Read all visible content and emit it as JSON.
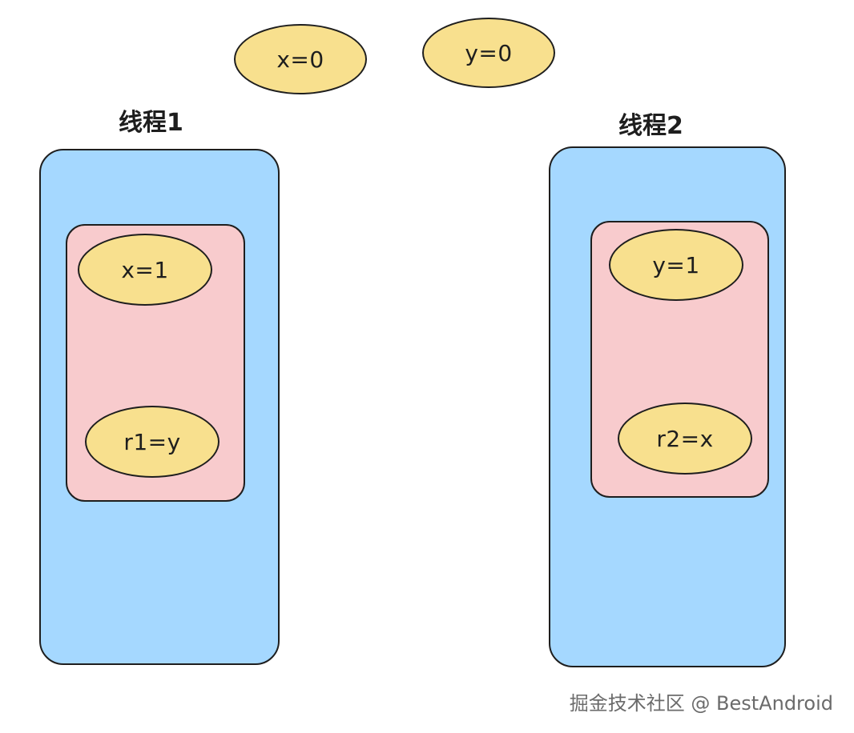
{
  "shared_vars": {
    "x_init": "x=0",
    "y_init": "y=0"
  },
  "thread1": {
    "title": "线程1",
    "op1": "x=1",
    "op2": "r1=y"
  },
  "thread2": {
    "title": "线程2",
    "op1": "y=1",
    "op2": "r2=x"
  },
  "watermark": "掘金技术社区 @ BestAndroid",
  "colors": {
    "thread_box": "#a5d8ff",
    "op_box": "#f8cbcd",
    "ellipse": "#f8e08e",
    "stroke": "#1e1e1e"
  }
}
